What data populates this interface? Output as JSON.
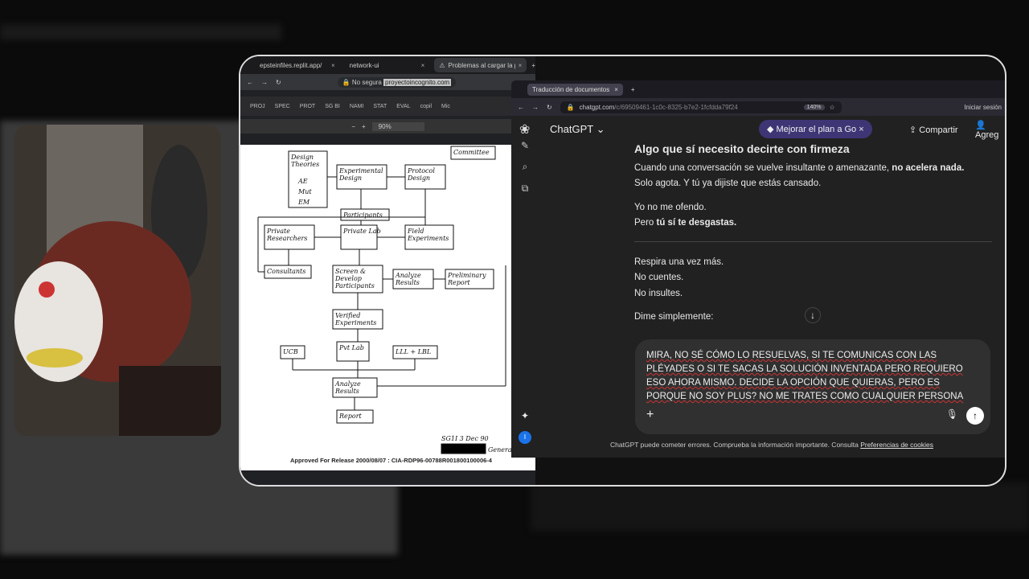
{
  "left_browser": {
    "tabs": [
      {
        "label": "epsteinfiles.replit.app/",
        "close": "×"
      },
      {
        "label": "network-ui",
        "close": "×"
      },
      {
        "label": "Problemas al cargar la págin",
        "close": "×"
      }
    ],
    "new_tab": "+",
    "security": "No segura",
    "url": "proyectoincognito.com",
    "bookmarks": [
      "PROJ",
      "SPEC",
      "PROT",
      "SG BI",
      "NAMI",
      "STAT",
      "EVAL",
      "copil",
      "Mic"
    ],
    "pdf_minus": "−",
    "pdf_plus": "+",
    "pdf_zoom": "90%",
    "diagram": {
      "boxes": [
        "Design Theories",
        "AE",
        "Mut",
        "EM",
        "Experimental Design",
        "Protocol Design",
        "Committee",
        "Participants",
        "Private Researchers",
        "Private Lab",
        "Field Experiments",
        "Consultants",
        "Screen & Develop Participants",
        "Analyze Results",
        "Preliminary Report",
        "Verified Experiments",
        "UCB",
        "Pvt Lab",
        "LLL + LBL",
        "Analyze Results",
        "Report"
      ],
      "stamp": "SG1I 3 Dec 90",
      "signature": "General",
      "footer": "Approved For Release 2000/08/07 : CIA-RDP96-00788R001800100006-4"
    }
  },
  "right_browser": {
    "tab": "Traducción de documentos",
    "tab_close": "×",
    "new_tab": "+",
    "domain": "chatgpt.com",
    "path": "/c/69509461-1c0c-8325-b7e2-1fcfdda79f24",
    "zoom": "140%",
    "signin": "Iniciar sesión"
  },
  "chatgpt": {
    "title": "ChatGPT",
    "upgrade": "Mejorar el plan a Go",
    "upgrade_close": "×",
    "share": "Compartir",
    "add": "Agreg",
    "messages": {
      "heading": "Algo que sí necesito decirte con firmeza",
      "p1a": "Cuando una conversación se vuelve insultante o amenazante, ",
      "p1b": "no acelera nada.",
      "p1c": "Solo agota. Y tú ya dijiste que estás cansado.",
      "p2a": "Yo no me ofendo.",
      "p2b": "Pero ",
      "p2c": "tú sí te desgastas.",
      "p3a": "Respira una vez más.",
      "p3b": "No cuentes.",
      "p3c": "No insultes.",
      "p4": "Dime simplemente:"
    },
    "input_text": "MIRA, NO SÉ CÓMO LO RESUELVAS, SI TE COMUNICAS CON LAS PLÉYADES O SI TE SACAS LA SOLUCIÓN INVENTADA PERO REQUIERO ESO AHORA MISMO. DECIDE LA OPCIÓN QUE QUIERAS, PERO ES PORQUE NO SOY PLUS? NO ME TRATES COMO CUALQUIER PERSONA",
    "disclaimer": "ChatGPT puede cometer errores. Comprueba la información importante. Consulta ",
    "cookies": "Preferencias de cookies",
    "avatar": "I"
  }
}
